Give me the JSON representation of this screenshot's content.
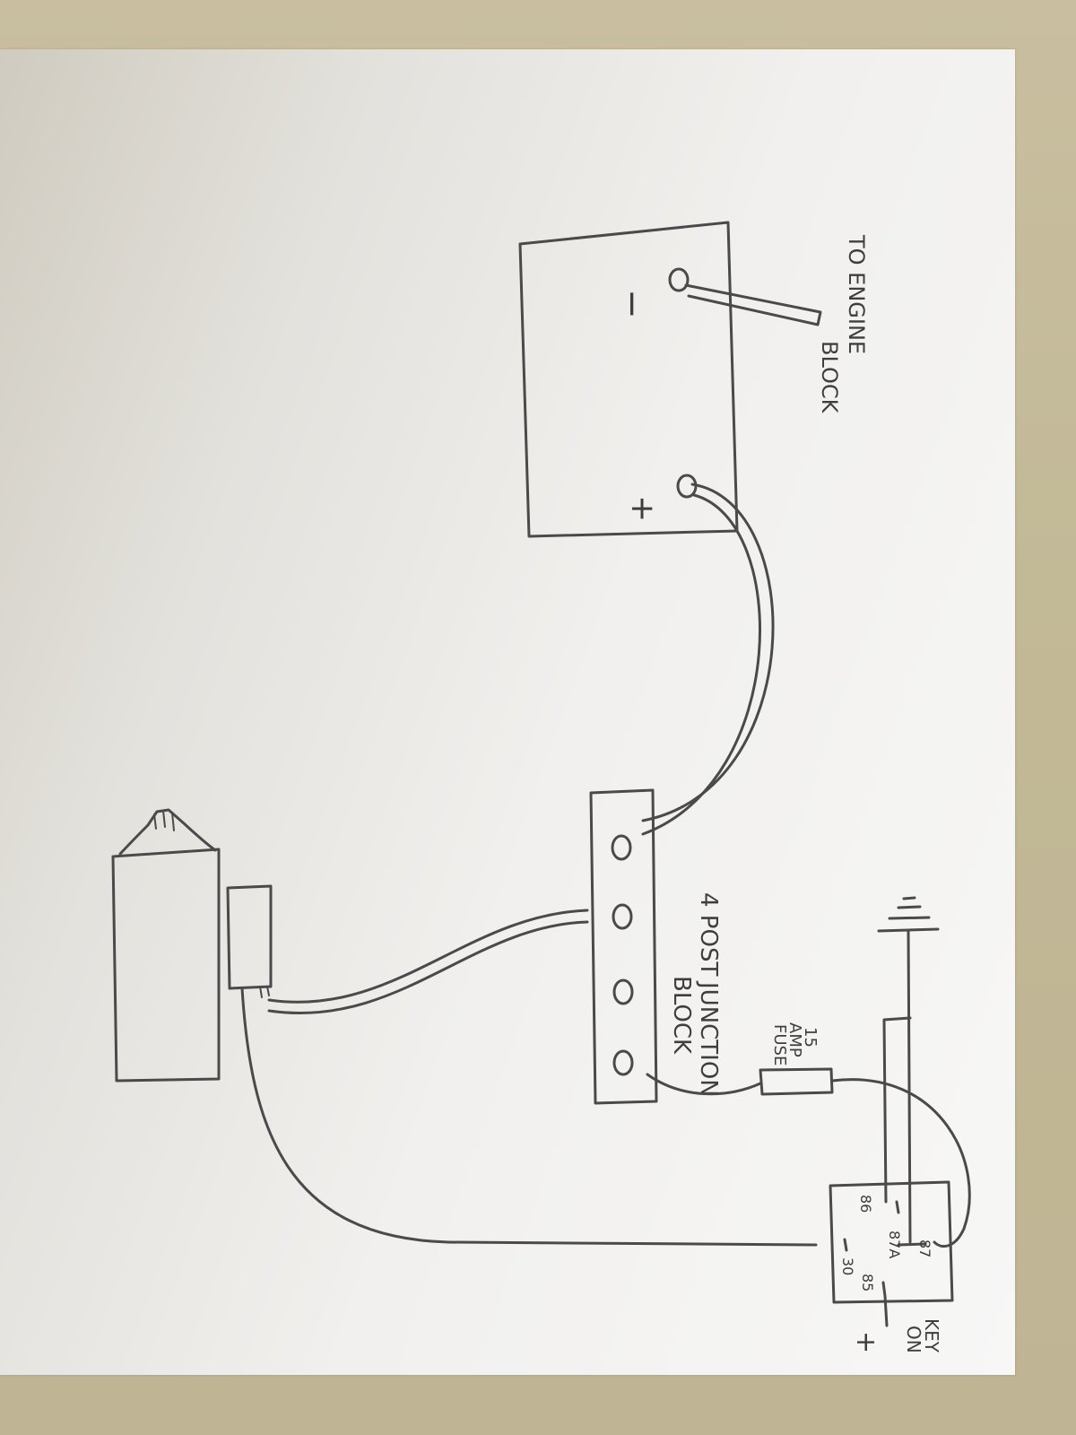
{
  "battery": {
    "minus": "−",
    "plus": "+"
  },
  "ground_note": {
    "line1": "TO ENGINE",
    "line2": "BLOCK"
  },
  "junction_block": {
    "line1": "4 POST",
    "line2": "JUNCTION",
    "line3": "BLOCK"
  },
  "fuse": {
    "line1": "15",
    "line2": "AMP",
    "line3": "FUSE"
  },
  "relay": {
    "pin86": "86",
    "pin87a": "87A",
    "pin87": "87",
    "pin30": "30",
    "pin85": "85"
  },
  "key": {
    "line1": "KEY",
    "line2": "ON",
    "plus": "+"
  }
}
